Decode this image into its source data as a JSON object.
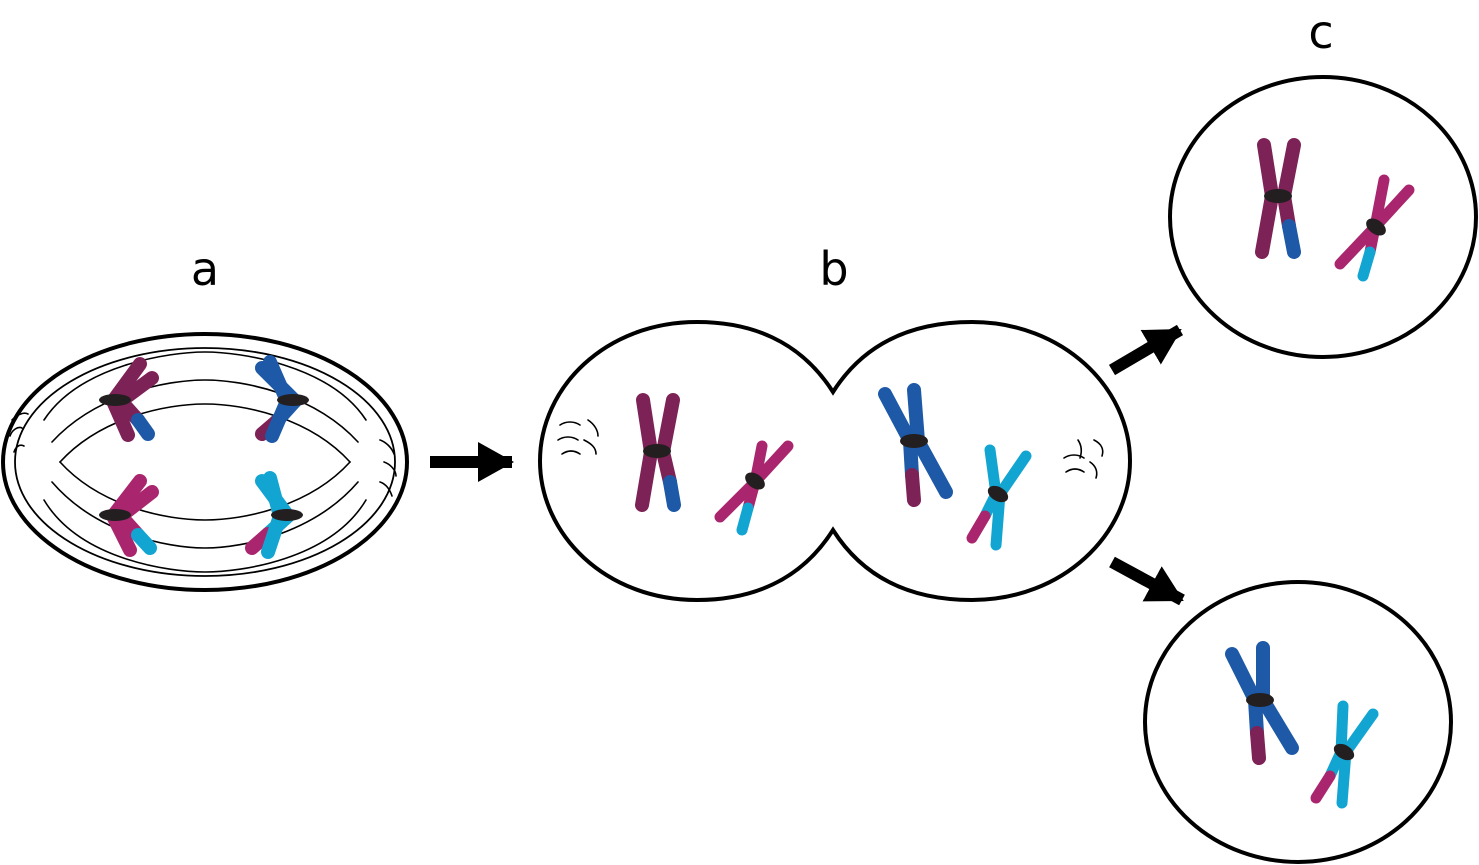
{
  "labels": {
    "a": "a",
    "b": "b",
    "c": "c"
  },
  "colors": {
    "plum": "#7d2256",
    "magenta": "#a9266f",
    "royal_blue": "#1d59a7",
    "cyan": "#13a5d1",
    "centromere": "#231f20",
    "outline": "#000000"
  }
}
